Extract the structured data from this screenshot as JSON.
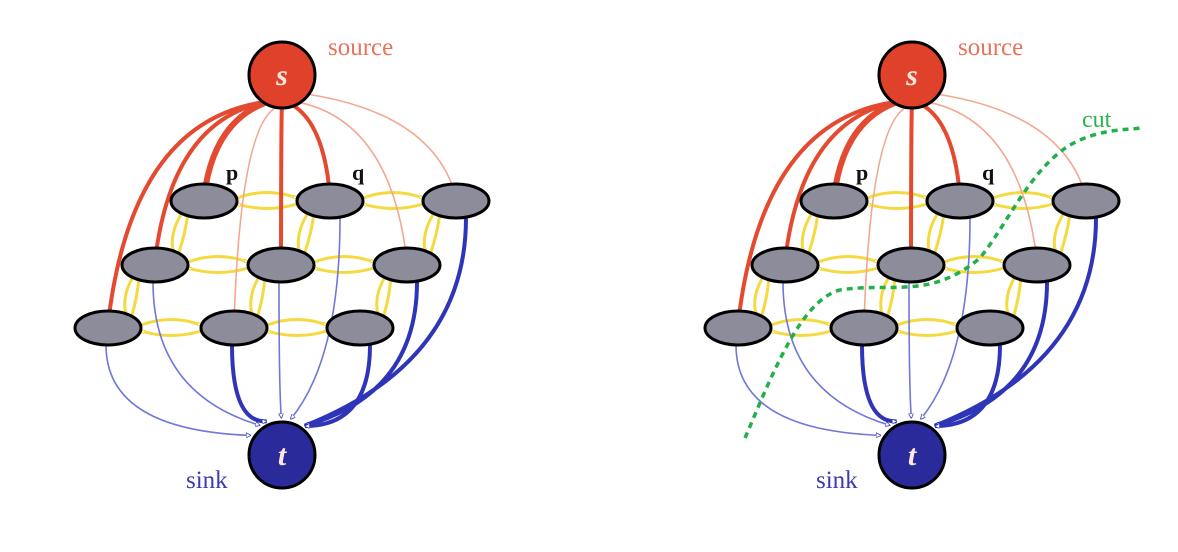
{
  "colors": {
    "source_fill": "#e0412a",
    "sink_fill": "#2a2a9a",
    "node_fill": "#8c8c9a",
    "source_edge": "#e34a2f",
    "source_edge_light": "#f2a890",
    "sink_edge": "#2f35b8",
    "sink_edge_light": "#6f78d8",
    "neighbor_edge": "#f5d940",
    "cut": "#22b04a"
  },
  "panels": [
    {
      "id": "left",
      "source_label": "source",
      "sink_label": "sink",
      "source_symbol": "s",
      "sink_symbol": "t",
      "pixel_labels": [
        "p",
        "q"
      ],
      "show_cut": false,
      "cut_label": ""
    },
    {
      "id": "right",
      "source_label": "source",
      "sink_label": "sink",
      "source_symbol": "s",
      "sink_symbol": "t",
      "pixel_labels": [
        "p",
        "q"
      ],
      "show_cut": true,
      "cut_label": "cut"
    }
  ],
  "graph": {
    "grid_rows": 3,
    "grid_cols": 3,
    "source_edges": [
      {
        "to": [
          0,
          0
        ],
        "weight": "heavy"
      },
      {
        "to": [
          0,
          1
        ],
        "weight": "medium"
      },
      {
        "to": [
          0,
          2
        ],
        "weight": "light"
      },
      {
        "to": [
          1,
          0
        ],
        "weight": "medium"
      },
      {
        "to": [
          1,
          1
        ],
        "weight": "medium"
      },
      {
        "to": [
          1,
          2
        ],
        "weight": "light"
      },
      {
        "to": [
          2,
          0
        ],
        "weight": "medium"
      },
      {
        "to": [
          2,
          1
        ],
        "weight": "light"
      }
    ],
    "sink_edges": [
      {
        "from": [
          0,
          1
        ],
        "weight": "light"
      },
      {
        "from": [
          0,
          2
        ],
        "weight": "medium"
      },
      {
        "from": [
          1,
          0
        ],
        "weight": "light"
      },
      {
        "from": [
          1,
          1
        ],
        "weight": "light"
      },
      {
        "from": [
          1,
          2
        ],
        "weight": "medium"
      },
      {
        "from": [
          2,
          0
        ],
        "weight": "light"
      },
      {
        "from": [
          2,
          1
        ],
        "weight": "medium"
      },
      {
        "from": [
          2,
          2
        ],
        "weight": "medium"
      }
    ]
  }
}
